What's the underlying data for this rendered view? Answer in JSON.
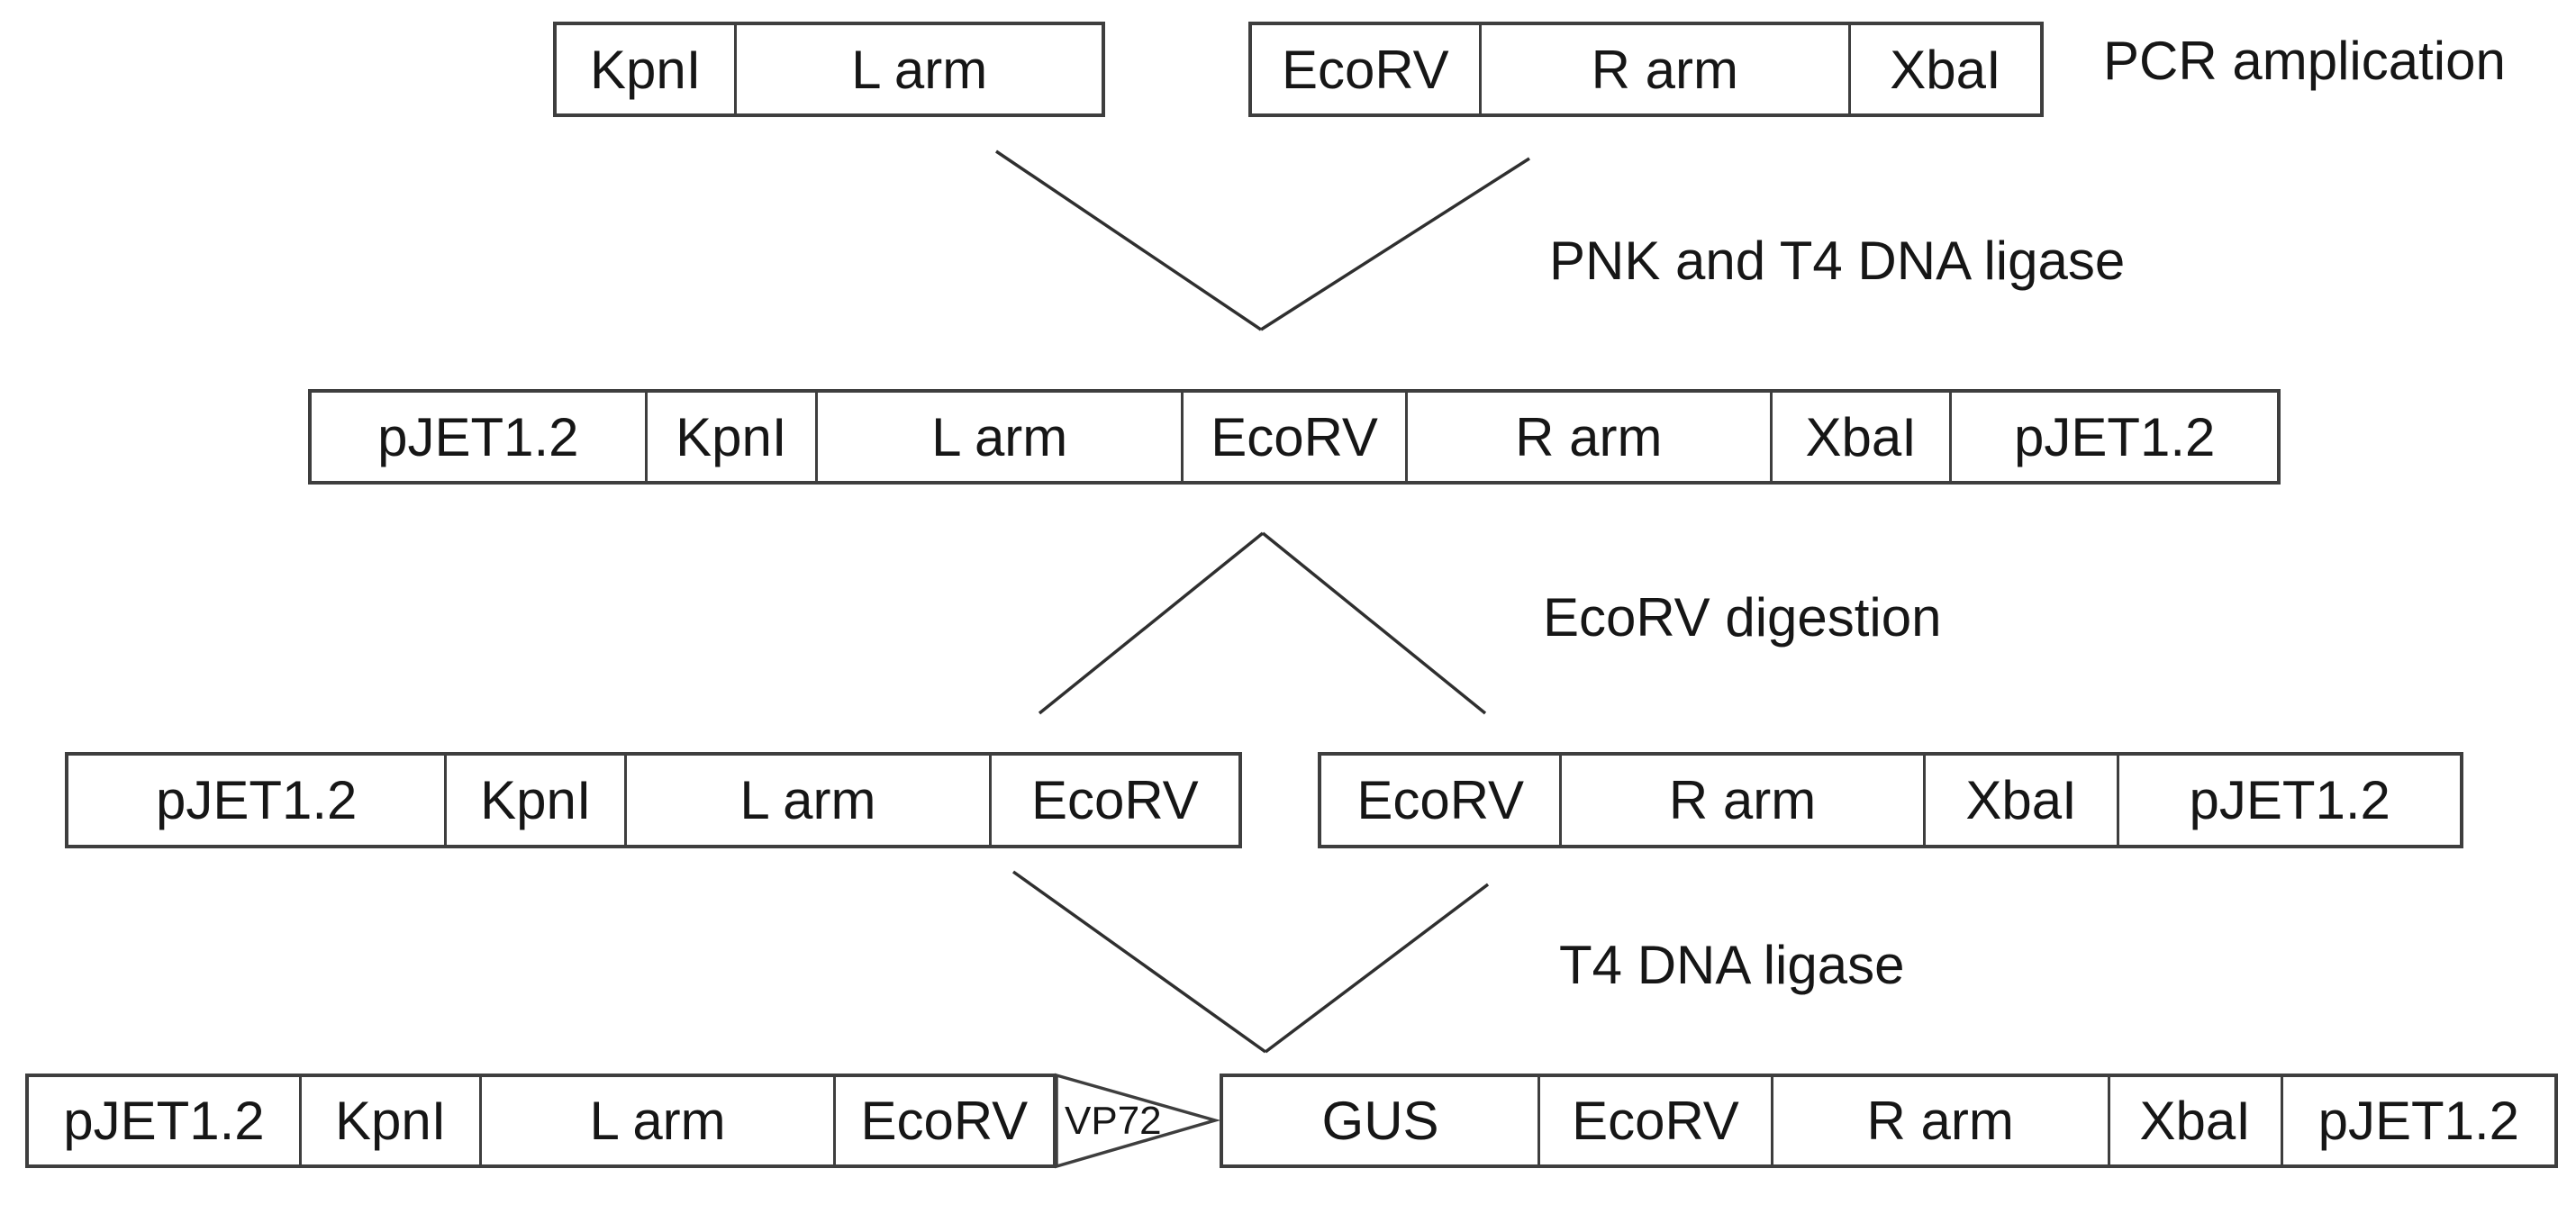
{
  "figure": {
    "type": "cloning-workflow-diagram",
    "colors": {
      "background": "#ffffff",
      "box_border": "#3e3e3e",
      "line": "#2f2f2f",
      "text": "#161616"
    },
    "steps": {
      "pcr": "PCR amplication",
      "pnk_ligation": "PNK and T4 DNA ligase",
      "digestion": "EcoRV digestion",
      "ligation": "T4 DNA ligase"
    },
    "constructs": {
      "pcr_left": {
        "segments": [
          "KpnI",
          "L arm"
        ]
      },
      "pcr_right": {
        "segments": [
          "EcoRV",
          "R arm",
          "XbaI"
        ]
      },
      "merged": {
        "segments": [
          "pJET1.2",
          "KpnI",
          "L arm",
          "EcoRV",
          "R arm",
          "XbaI",
          "pJET1.2"
        ]
      },
      "digest_left": {
        "segments": [
          "pJET1.2",
          "KpnI",
          "L arm",
          "EcoRV"
        ]
      },
      "digest_right": {
        "segments": [
          "EcoRV",
          "R arm",
          "XbaI",
          "pJET1.2"
        ]
      },
      "final_left": {
        "segments": [
          "pJET1.2",
          "KpnI",
          "L arm",
          "EcoRV"
        ]
      },
      "final_insert_label": "VP72",
      "final_right": {
        "segments": [
          "GUS",
          "EcoRV",
          "R arm",
          "XbaI",
          "pJET1.2"
        ]
      }
    }
  }
}
